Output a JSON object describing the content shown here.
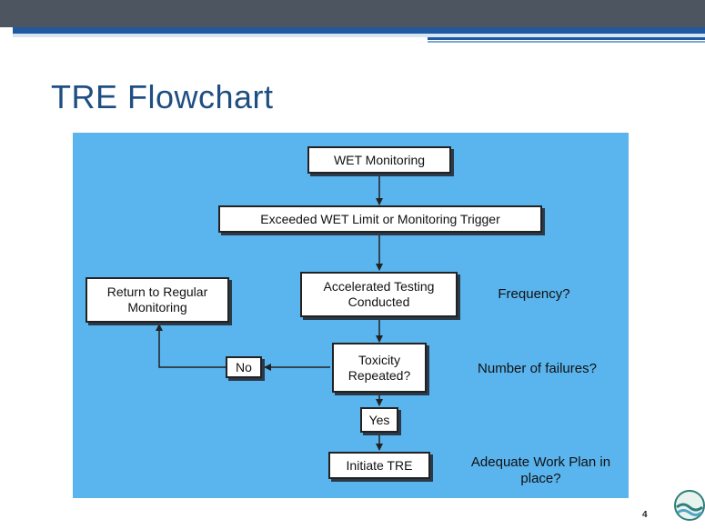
{
  "slide": {
    "title": "TRE Flowchart",
    "page_number": "4"
  },
  "flowchart": {
    "nodes": {
      "wet_monitoring": "WET Monitoring",
      "exceeded": "Exceeded WET Limit or Monitoring Trigger",
      "accelerated_testing": "Accelerated Testing Conducted",
      "toxicity_repeated": "Toxicity Repeated?",
      "return_regular": "Return to Regular Monitoring",
      "no_label": "No",
      "yes_label": "Yes",
      "initiate_tre": "Initiate TRE"
    },
    "edges": [
      {
        "from": "wet_monitoring",
        "to": "exceeded"
      },
      {
        "from": "exceeded",
        "to": "accelerated_testing"
      },
      {
        "from": "accelerated_testing",
        "to": "toxicity_repeated"
      },
      {
        "from": "toxicity_repeated",
        "to": "no_label"
      },
      {
        "from": "no_label",
        "to": "return_regular"
      },
      {
        "from": "toxicity_repeated",
        "to": "yes_label"
      },
      {
        "from": "yes_label",
        "to": "initiate_tre"
      }
    ],
    "notes": {
      "frequency": "Frequency?",
      "failures": "Number of failures?",
      "work_plan": "Adequate Work Plan in place?"
    }
  },
  "colors": {
    "diagram_background": "#5ab4ee",
    "title": "#1f4f82",
    "top_bar": "#4d5561",
    "accent_stripe": "#1f5aa0"
  },
  "logo": {
    "icon": "agency-logo-icon"
  }
}
